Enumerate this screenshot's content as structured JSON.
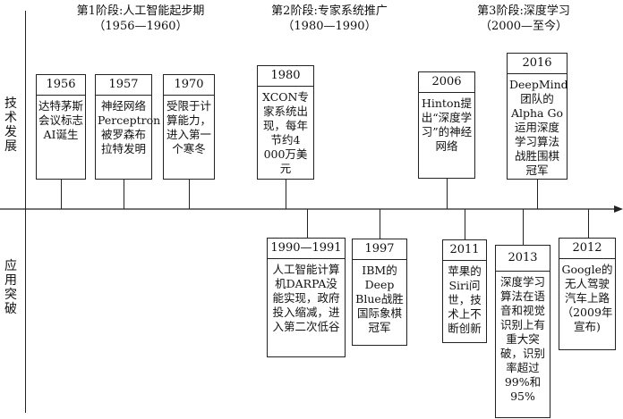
{
  "stages": [
    {
      "title": "第1阶段:人工智能起步期",
      "period": "（1956—1960）"
    },
    {
      "title": "第2阶段:专家系统推广",
      "period": "（1980—1990）"
    },
    {
      "title": "第3阶段:深度学习",
      "period": "（2000—至今）"
    }
  ],
  "rows": {
    "top": "技术发展",
    "bottom": "应用突破"
  },
  "top_events": [
    {
      "year": "1956",
      "text": "达特茅斯会议标志AI诞生"
    },
    {
      "year": "1957",
      "text": "神经网络Perceptron被罗森布拉特发明"
    },
    {
      "year": "1970",
      "text": "受限于计算能力，进入第一个寒冬"
    },
    {
      "year": "1980",
      "text": "XCON专家系统出现，每年节约4 000万美元"
    },
    {
      "year": "2006",
      "text": "Hinton提出“深度学习”的神经网络"
    },
    {
      "year": "2016",
      "text": "DeepMind团队的Alpha Go运用深度学习算法战胜围棋冠军"
    }
  ],
  "bottom_events": [
    {
      "year": "1990—1991",
      "text": "人工智能计算机DARPA没能实现，政府投入缩减，进入第二次低谷"
    },
    {
      "year": "1997",
      "text": "IBM的Deep Blue战胜国际象棋冠军"
    },
    {
      "year": "2011",
      "text": "苹果的Siri问世，技术上不断创新"
    },
    {
      "year": "2013",
      "text": "深度学习算法在语音和视觉识别上有重大突破，识别率超过99%和95%"
    },
    {
      "year": "2012",
      "text": "Google的无人驾驶汽车上路（2009年宣布)"
    }
  ]
}
